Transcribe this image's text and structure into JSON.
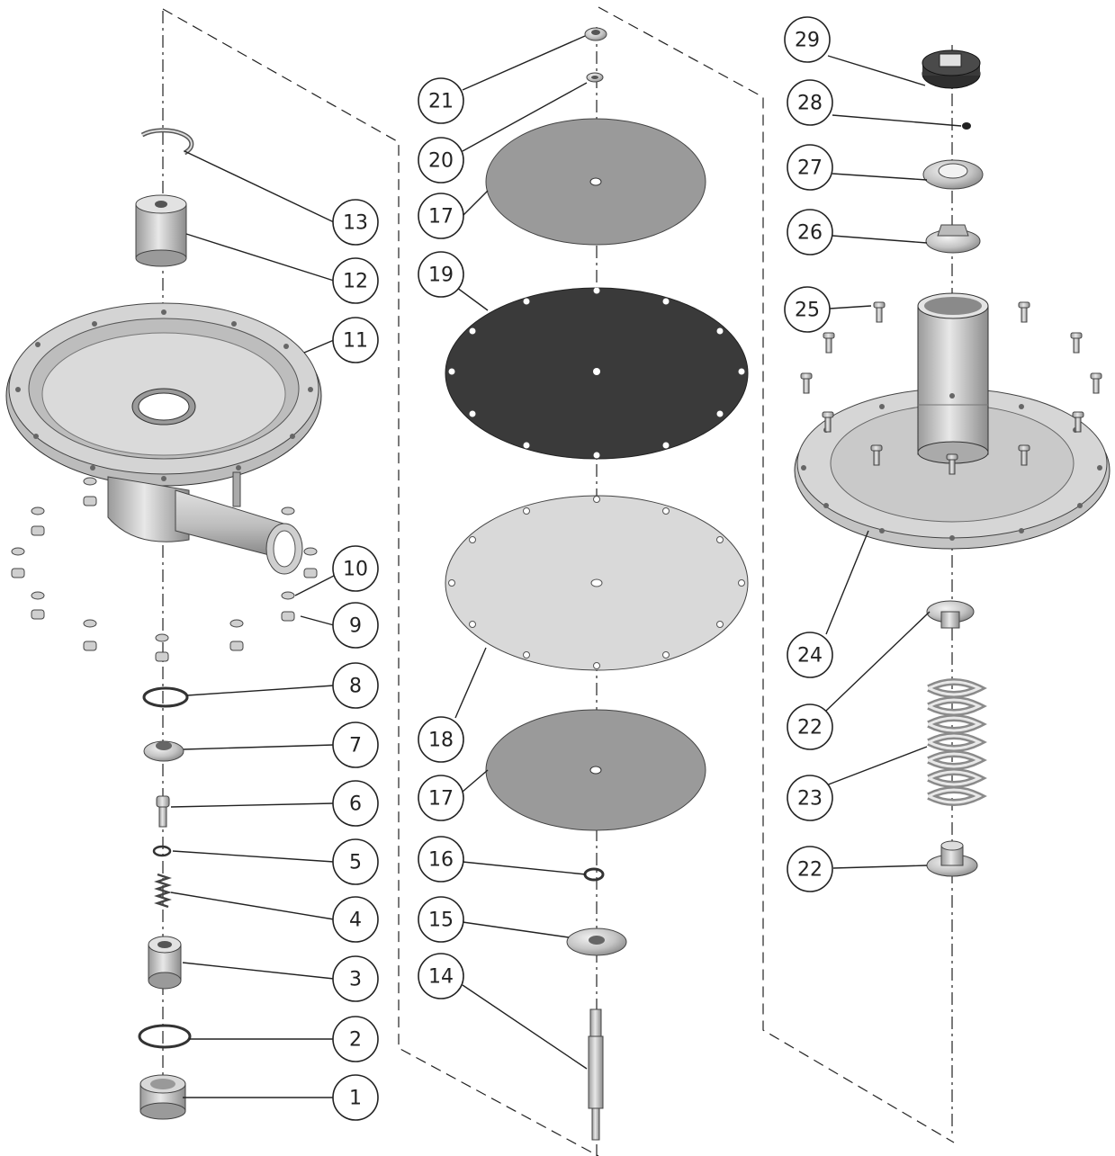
{
  "balloons": [
    {
      "id": "1",
      "label": "1"
    },
    {
      "id": "2",
      "label": "2"
    },
    {
      "id": "3",
      "label": "3"
    },
    {
      "id": "4",
      "label": "4"
    },
    {
      "id": "5",
      "label": "5"
    },
    {
      "id": "6",
      "label": "6"
    },
    {
      "id": "7",
      "label": "7"
    },
    {
      "id": "8",
      "label": "8"
    },
    {
      "id": "9",
      "label": "9"
    },
    {
      "id": "10",
      "label": "10"
    },
    {
      "id": "11",
      "label": "11"
    },
    {
      "id": "12",
      "label": "12"
    },
    {
      "id": "13",
      "label": "13"
    },
    {
      "id": "14",
      "label": "14"
    },
    {
      "id": "15",
      "label": "15"
    },
    {
      "id": "16",
      "label": "16"
    },
    {
      "id": "17a",
      "label": "17"
    },
    {
      "id": "17b",
      "label": "17"
    },
    {
      "id": "18",
      "label": "18"
    },
    {
      "id": "19",
      "label": "19"
    },
    {
      "id": "20",
      "label": "20"
    },
    {
      "id": "21",
      "label": "21"
    },
    {
      "id": "22a",
      "label": "22"
    },
    {
      "id": "22b",
      "label": "22"
    },
    {
      "id": "23",
      "label": "23"
    },
    {
      "id": "24",
      "label": "24"
    },
    {
      "id": "25",
      "label": "25"
    },
    {
      "id": "26",
      "label": "26"
    },
    {
      "id": "27",
      "label": "27"
    },
    {
      "id": "28",
      "label": "28"
    },
    {
      "id": "29",
      "label": "29"
    }
  ],
  "colors": {
    "line": "#222222",
    "diaphragm_dark": "#3a3a3a",
    "disc_mid": "#9a9a9a",
    "disc_light": "#d9d9d9",
    "metal": "#c8c8c8"
  }
}
